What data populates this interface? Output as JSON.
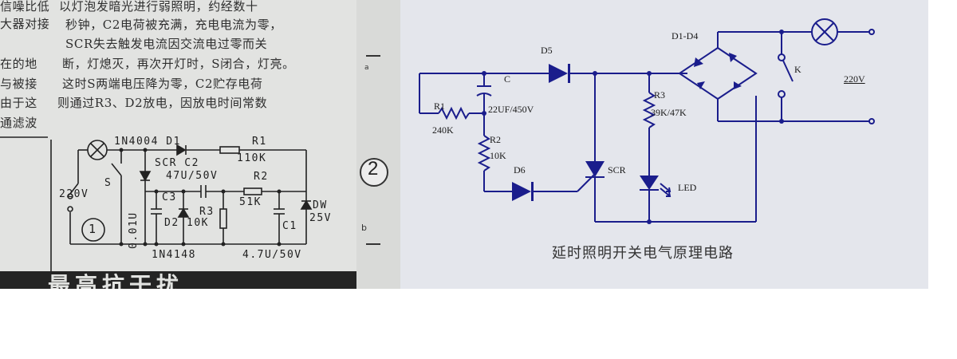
{
  "left_photo": {
    "col1": [
      "信噪比低",
      "大器对接",
      "",
      "在的地",
      "与被接",
      "由于这",
      "通滤波"
    ],
    "col2": [
      "以灯泡发暗光进行弱照明，约经数十",
      "秒钟，C2电荷被充满，充电电流为零，",
      "SCR失去触发电流因交流电过零而关",
      "断，灯熄灭，再次开灯时，S闭合，灯亮。",
      "这时S两端电压降为零，C2贮存电荷",
      "则通过R3、D2放电，因放电时间常数"
    ],
    "circuit_labels": {
      "d1": "1N4004 D1",
      "r1": "R1",
      "r1_val": "110K",
      "scr_c2": "SCR  C2",
      "c2_val": "47U/50V",
      "r2": "R2",
      "r2_val": "51K",
      "s": "S",
      "v220": "220V",
      "c3": "C3",
      "c3_val": "0.01U",
      "r3": "R3",
      "d2": "D2",
      "r3_val": "10K",
      "dw": "DW",
      "dw_val": "25V",
      "c1": "C1",
      "d2_part": "1N4148",
      "c1_val": "4.7U/50V",
      "fig_num": "1"
    },
    "big_circle": "2",
    "margin_a": "a",
    "margin_b": "b",
    "bottom_heading": "最高抗干扰"
  },
  "right_panel": {
    "caption": "延时照明开关电气原理电路",
    "labels": {
      "d5": "D5",
      "c": "C",
      "c_val": "22UF/450V",
      "r1": "R1",
      "r1_val": "240K",
      "r2": "R2",
      "r2_val": "10K",
      "d6": "D6",
      "scr": "SCR",
      "r3": "R3",
      "r3_val": "39K/47K",
      "led": "LED",
      "d1d4": "D1-D4",
      "k": "K",
      "v220": "220V"
    }
  },
  "colors": {
    "wire": "#1a1d8c",
    "bg": "#e4e6ec",
    "paper": "#e2e3e1",
    "ink": "#2a2a2a"
  }
}
